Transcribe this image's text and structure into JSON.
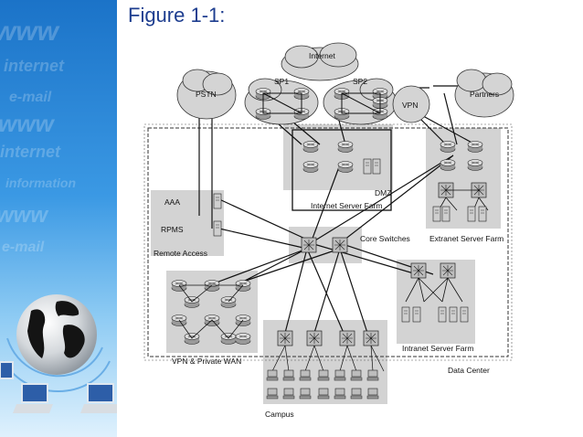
{
  "slide": {
    "title": "Figure 1-1:"
  },
  "sidebar": {
    "watermark": [
      "www",
      "internet",
      "e-mail",
      "information"
    ]
  },
  "diagram": {
    "clouds": {
      "internet": "Internet",
      "pstn": "PSTN",
      "sp1": "SP1",
      "sp2": "SP2",
      "vpn": "VPN",
      "partners": "Partners"
    },
    "labels": {
      "aaa": "AAA",
      "rpms": "RPMS",
      "remote_access": "Remote Access",
      "dmz": "DMZ",
      "internet_server_farm": "Internet Server Farm",
      "core_switches": "Core Switches",
      "extranet_server_farm": "Extranet Server Farm",
      "vpn_private_wan": "VPN & Private WAN",
      "intranet_server_farm": "Intranet Server Farm",
      "data_center": "Data Center",
      "campus": "Campus"
    },
    "colors": {
      "zone_fill": "#d3d3d3",
      "router_fill": "#c8c8c8",
      "line": "#111111"
    }
  }
}
